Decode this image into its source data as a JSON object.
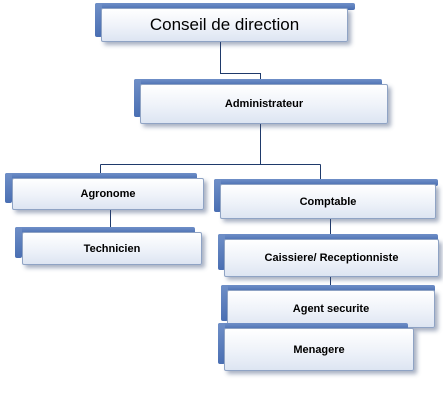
{
  "nodes": {
    "conseil": "Conseil de direction",
    "administrateur": "Administrateur",
    "agronome": "Agronome",
    "technicien": "Technicien",
    "comptable": "Comptable",
    "caissiere": "Caissiere/ Receptionniste",
    "agent_securite": "Agent securite",
    "menagere": "Menagere"
  },
  "colors": {
    "box_border": "#8fa3c4",
    "tab_accent": "#4a6fb3",
    "connector": "#1f3a6b"
  }
}
